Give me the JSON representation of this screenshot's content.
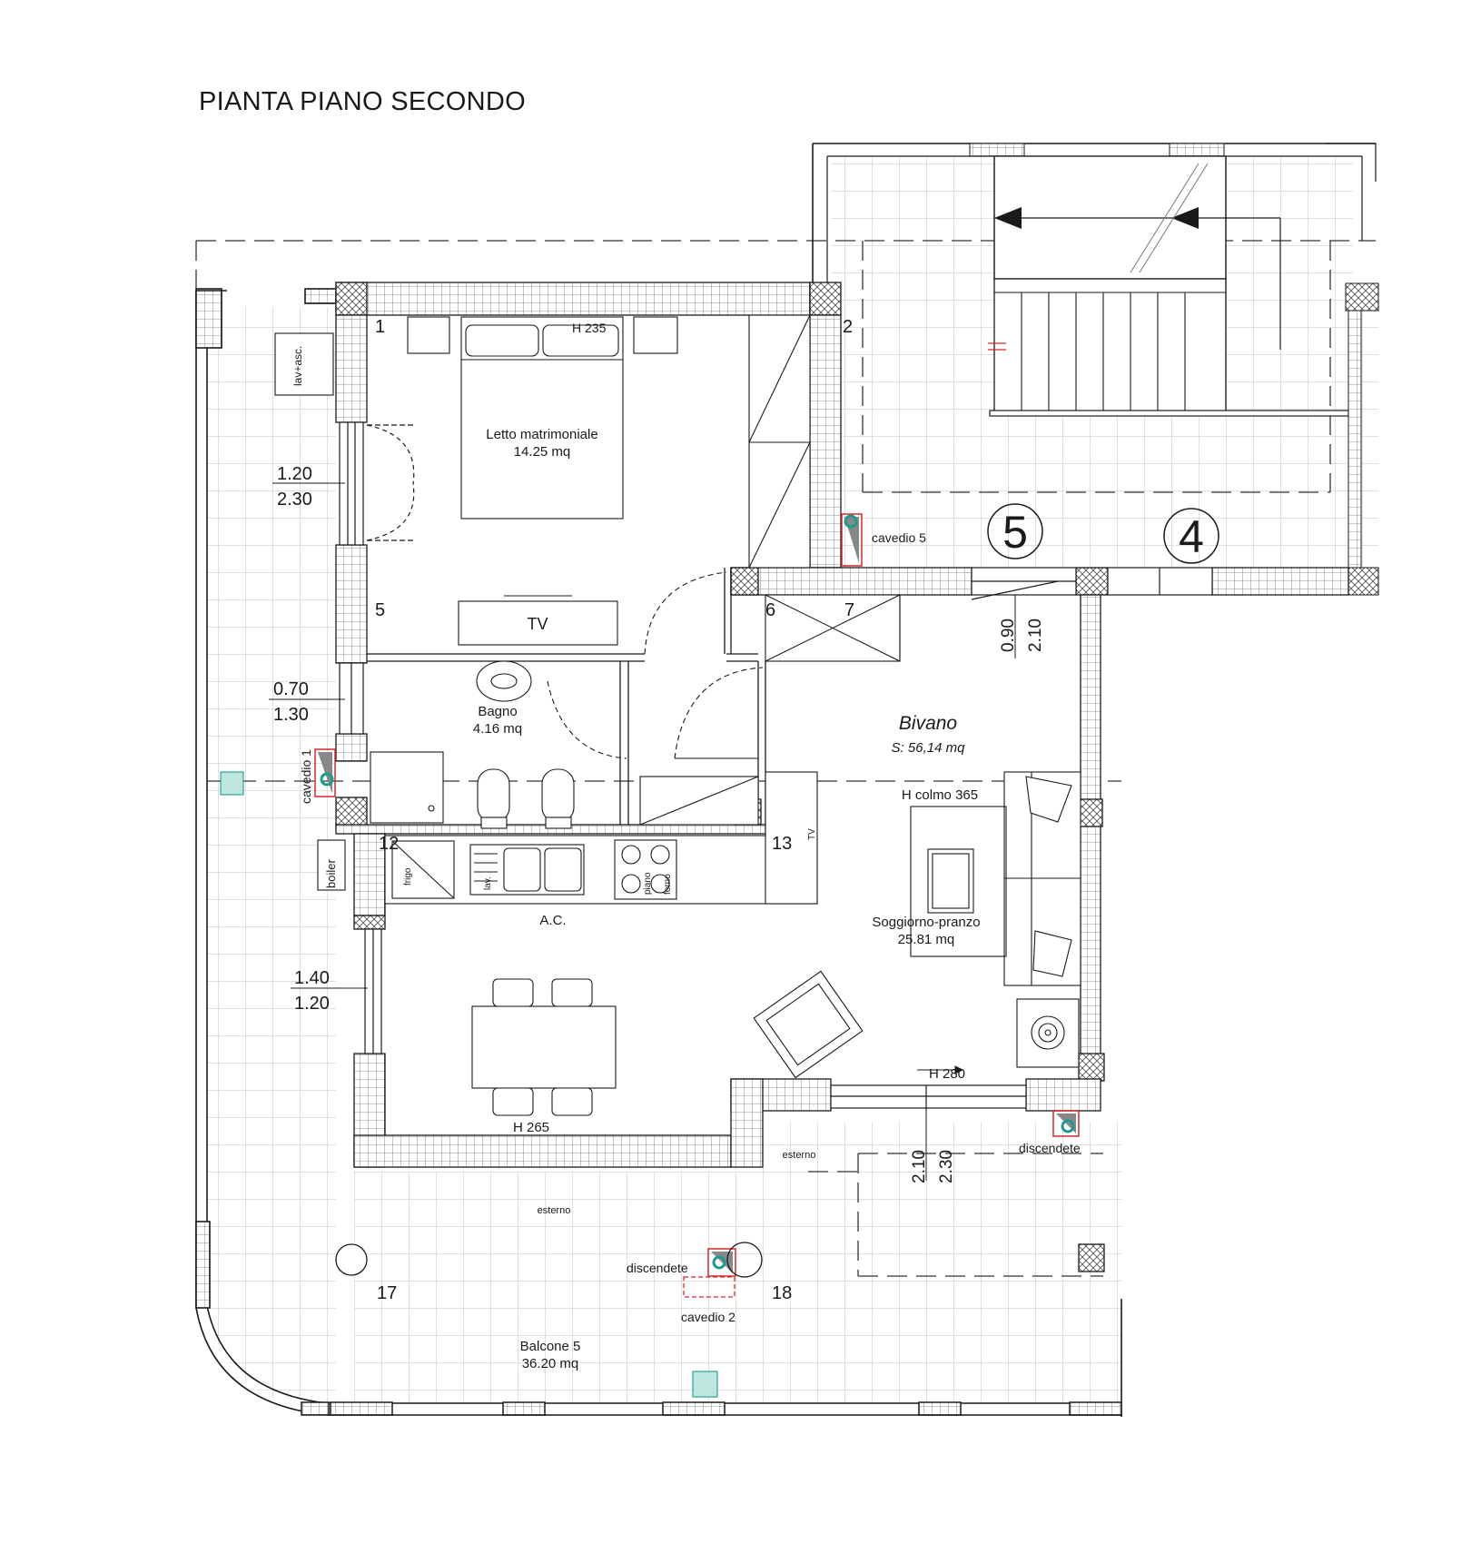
{
  "title": "PIANTA PIANO SECONDO",
  "unit": {
    "name": "Bivano",
    "surface": "S: 56,14 mq",
    "ceiling_peak": "H colmo 365"
  },
  "rooms": {
    "bedroom": {
      "name": "Letto matrimoniale",
      "area": "14.25 mq",
      "height": "H 235"
    },
    "bathroom": {
      "name": "Bagno",
      "area": "4.16 mq"
    },
    "living": {
      "name": "Soggiorno-pranzo",
      "area": "25.81 mq"
    },
    "balcony": {
      "name": "Balcone 5",
      "area": "36.20 mq"
    }
  },
  "labels": {
    "tv": "TV",
    "laundry": "lav+asc.",
    "boiler": "boiler",
    "fridge": "frigo",
    "sink": "lav.",
    "hob": "piano",
    "oven": "forno",
    "ac": "A.C.",
    "height_living": "H 280",
    "height_dining": "H 265",
    "external": "esterno",
    "downpipe": "discendete",
    "shaft_1": "cavedio 1",
    "shaft_2": "cavedio 2",
    "shaft_5": "cavedio 5",
    "tv_small": "TV"
  },
  "openings": {
    "w1_width": "1.20",
    "w1_height": "2.30",
    "w2_width": "0.70",
    "w2_height": "1.30",
    "w3_width": "1.40",
    "w3_height": "1.20",
    "door_width": "0.90",
    "door_height": "2.10",
    "balcony_door_width": "2.10",
    "balcony_door_height": "2.30"
  },
  "markers": {
    "m1": "1",
    "m2": "2",
    "m5": "5",
    "m6": "6",
    "m7": "7",
    "m12": "12",
    "m13": "13",
    "m17": "17",
    "m18": "18"
  },
  "stair_units": {
    "u5": "5",
    "u4": "4"
  },
  "colors": {
    "wall_hatch": "#555555",
    "pipe": "#1f9a8e",
    "shaft_red": "#d62828",
    "grid": "#bbbbbb",
    "ink": "#1a1a1a"
  }
}
